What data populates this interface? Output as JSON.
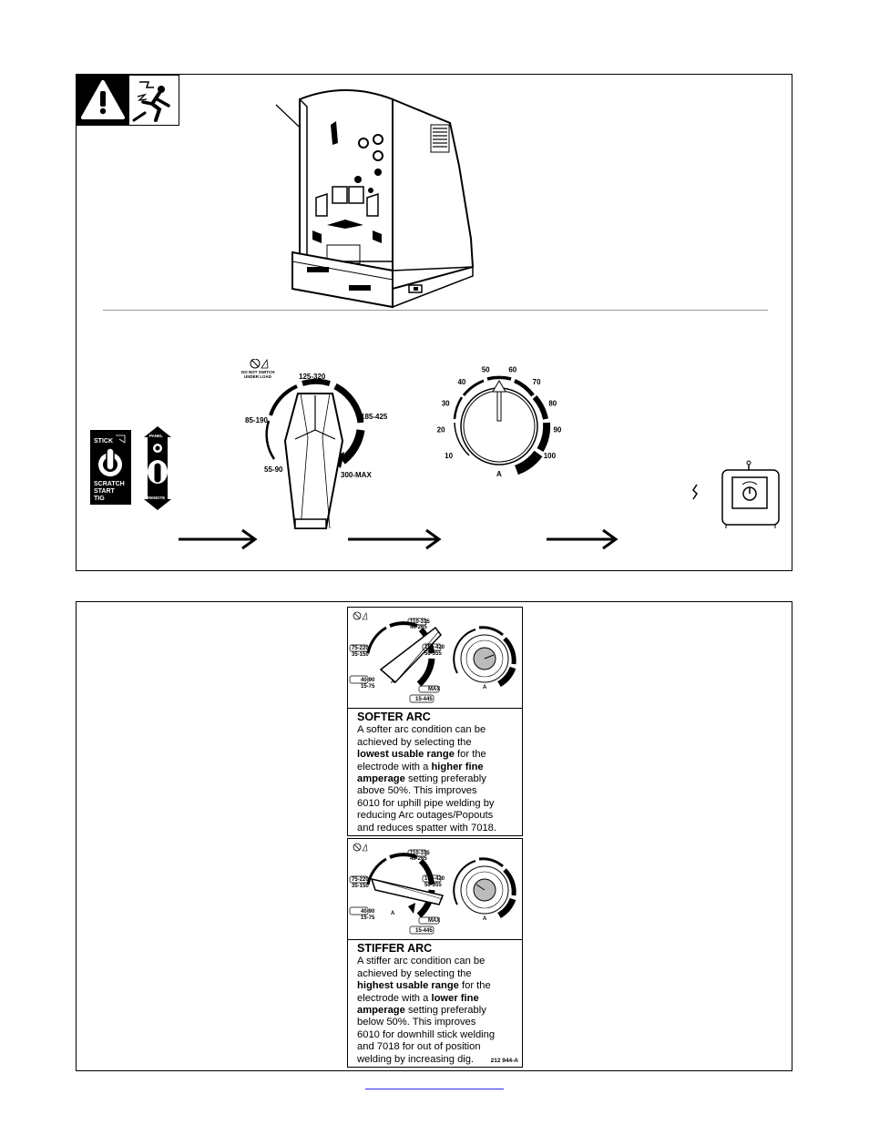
{
  "top_panel": {
    "range_labels": {
      "r1": "55-90",
      "r2": "85-190",
      "r3": "125-320",
      "r4": "185-425",
      "r5": "300-MAX",
      "warning_line1": "DO NOT SWITCH",
      "warning_line2": "UNDER LOAD"
    },
    "fine_dial": {
      "ticks": [
        "10",
        "20",
        "30",
        "40",
        "50",
        "60",
        "70",
        "80",
        "90",
        "100"
      ],
      "unit": "A"
    },
    "process_switch": {
      "stick": "STICK",
      "scratch1": "SCRATCH",
      "scratch2": "START",
      "scratch3": "TIG"
    },
    "remote_switch": {
      "panel": "PANEL",
      "remote": "REMOTE"
    }
  },
  "bottom_panel": {
    "label1": {
      "title": "SOFTER ARC",
      "line1": "A softer arc condition can be",
      "line2": "achieved by selecting the",
      "line3_bold": "lowest usable range",
      "line3_rest": " for the",
      "line4_pre": "electrode with a ",
      "line4_bold": "higher fine",
      "line5_bold": "amperage",
      "line5_rest": " setting preferably",
      "line6": "above 50%.  This improves",
      "line7": "6010 for uphill pipe welding by",
      "line8": "reducing Arc outages/Popouts",
      "line9": "and reduces spatter with 7018."
    },
    "label2": {
      "title": "STIFFER ARC",
      "line1": "A stiffer arc condition can be",
      "line2": "achieved by selecting the",
      "line3_bold": "highest usable range",
      "line3_rest": " for the",
      "line4_pre": "electrode with a ",
      "line4_bold": "lower fine",
      "line5_bold": "amperage",
      "line5_rest": " setting preferably",
      "line6": "below 50%.  This improves",
      "line7": "6010 for downhill stick welding",
      "line8": "and 7018 for out of position",
      "line9": "welding by increasing dig."
    },
    "part_number": "212 944-A",
    "mini_dial": {
      "r_top1": "110-315",
      "r_top2": "40-265",
      "r_left1": "75-220",
      "r_left2": "35-150",
      "r_right1": "150-420",
      "r_right2": "50-355",
      "r_low1": "40-90",
      "r_low2": "15-75",
      "r_max": "MAX",
      "r_max2": "15-445",
      "unit": "A"
    }
  }
}
